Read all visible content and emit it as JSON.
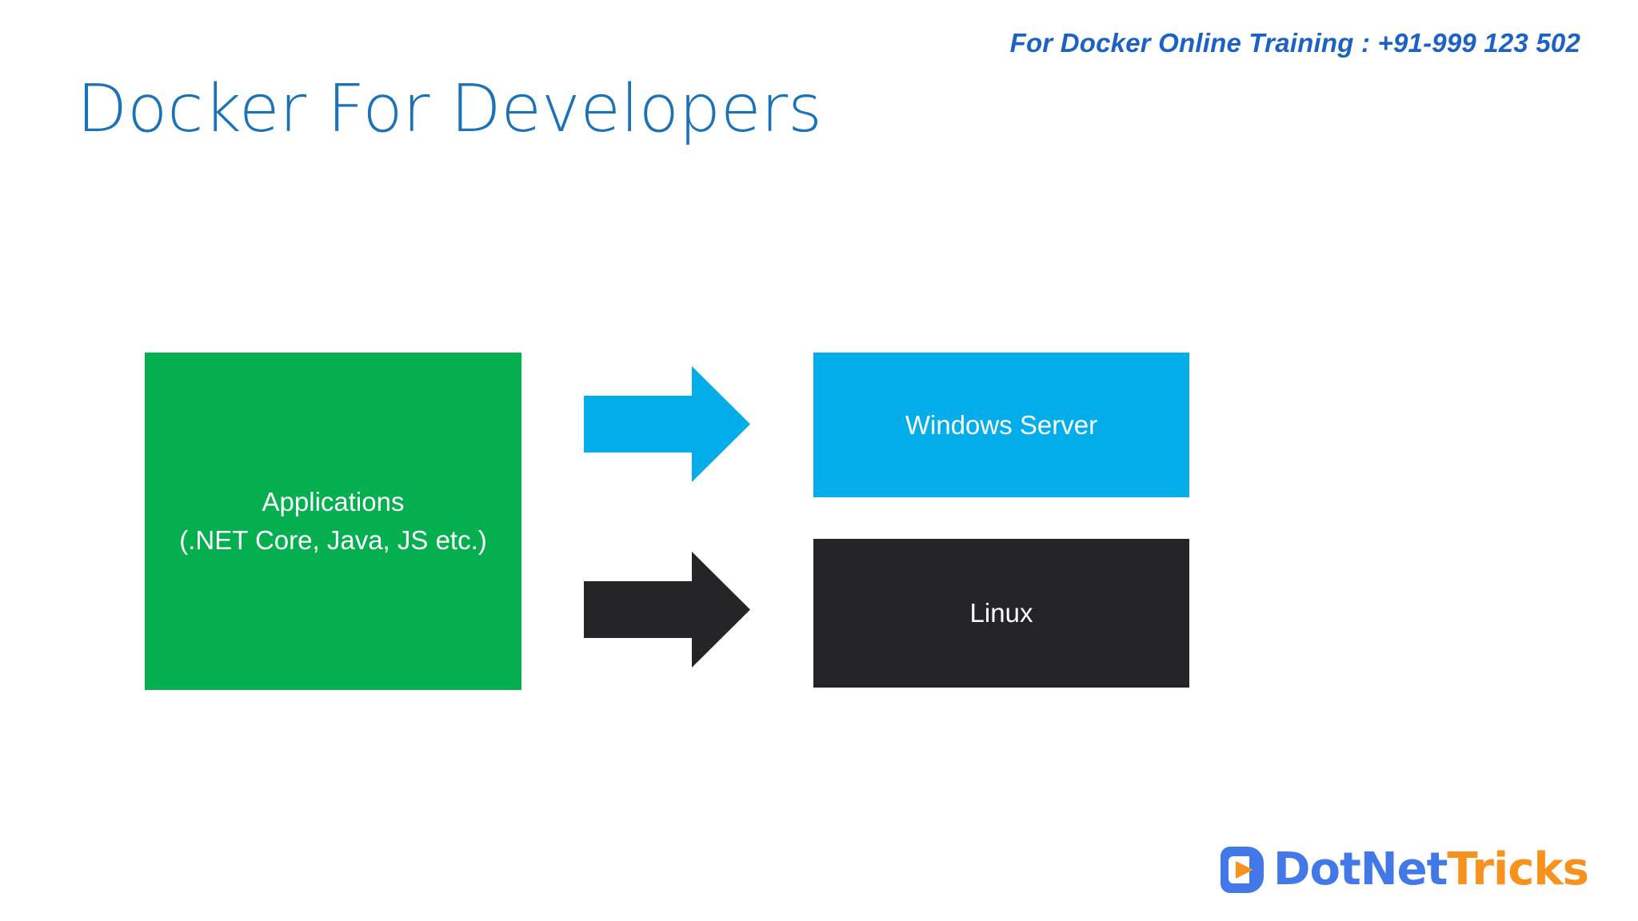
{
  "slide": {
    "title": "Docker For Developers",
    "header_contact": "For Docker Online Training : +91-999 123 502",
    "background_color": "#FFFFFF",
    "title_color": "#1B72B8",
    "header_contact_color": "#1C62C4"
  },
  "diagram": {
    "source_box": {
      "label": "Applications\n(.NET Core, Java, JS etc.)",
      "line1": "Applications",
      "line2": "(.NET Core, Java, JS etc.)",
      "color": "#04AF50",
      "text_color": "#FFFFFF"
    },
    "targets": [
      {
        "label": "Windows Server",
        "color": "#03ADEA",
        "text_color": "#FFFFFF",
        "arrow_color": "#03ADEA",
        "arrow_icon": "arrow-right-icon"
      },
      {
        "label": "Linux",
        "color": "#252527",
        "text_color": "#FFFFFF",
        "arrow_color": "#252527",
        "arrow_icon": "arrow-right-icon"
      }
    ]
  },
  "logo": {
    "mark_icon": "dotnettricks-play-logo-icon",
    "part1": "DotNet",
    "part2": "Tricks",
    "part1_color": "#4278E8",
    "part2_color": "#F7921E",
    "mark_color": "#4278E8",
    "play_color": "#F7921E"
  }
}
